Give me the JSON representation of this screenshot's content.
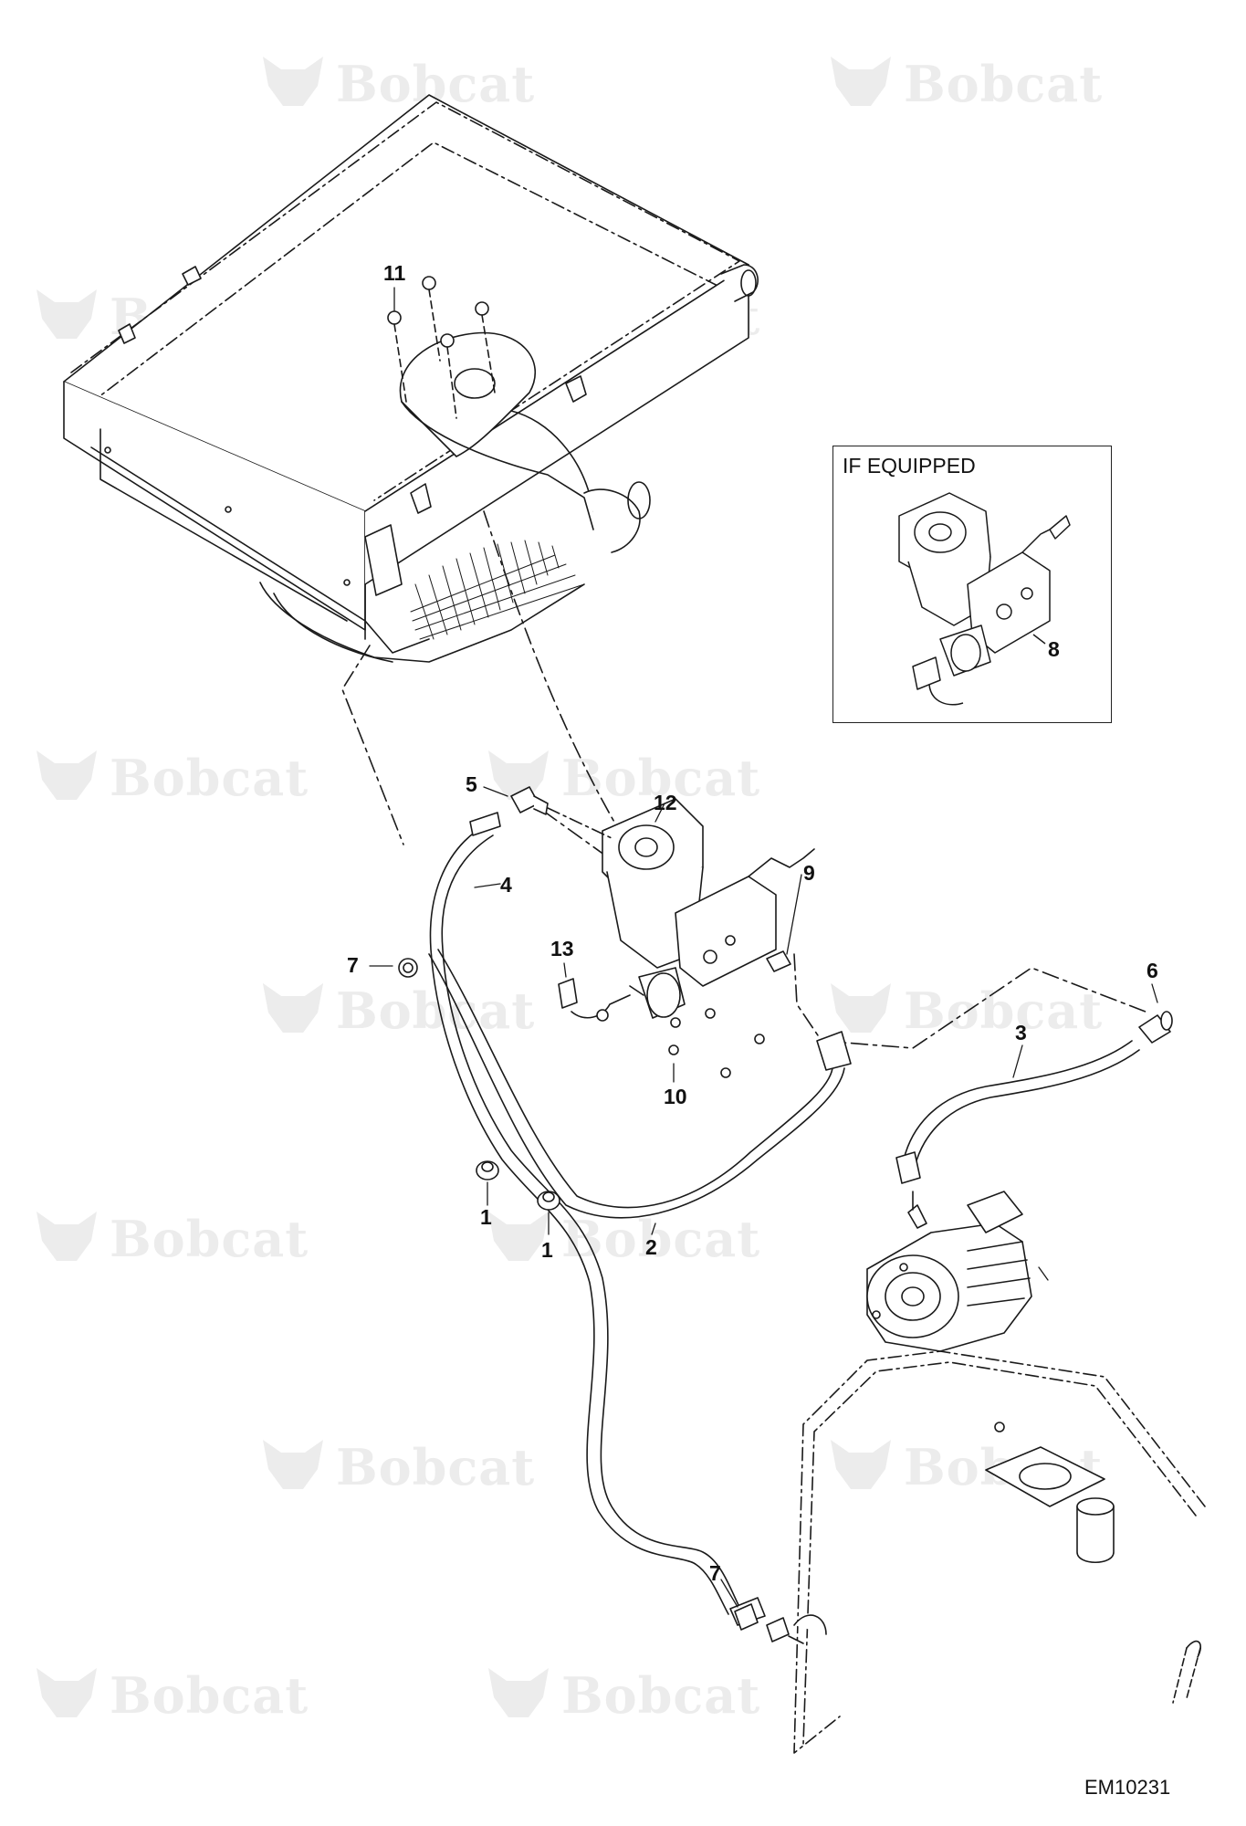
{
  "watermark": {
    "brand": "Bobcat"
  },
  "inset": {
    "title": "IF EQUIPPED"
  },
  "figure_id": "EM10231",
  "callouts": [
    {
      "id": "c11",
      "label": "11"
    },
    {
      "id": "c5",
      "label": "5"
    },
    {
      "id": "c12",
      "label": "12"
    },
    {
      "id": "c4",
      "label": "4"
    },
    {
      "id": "c9",
      "label": "9"
    },
    {
      "id": "c13",
      "label": "13"
    },
    {
      "id": "c7a",
      "label": "7"
    },
    {
      "id": "c6",
      "label": "6"
    },
    {
      "id": "c3",
      "label": "3"
    },
    {
      "id": "c10",
      "label": "10"
    },
    {
      "id": "c1a",
      "label": "1"
    },
    {
      "id": "c1b",
      "label": "1"
    },
    {
      "id": "c2",
      "label": "2"
    },
    {
      "id": "c7b",
      "label": "7"
    },
    {
      "id": "c8",
      "label": "8"
    }
  ]
}
